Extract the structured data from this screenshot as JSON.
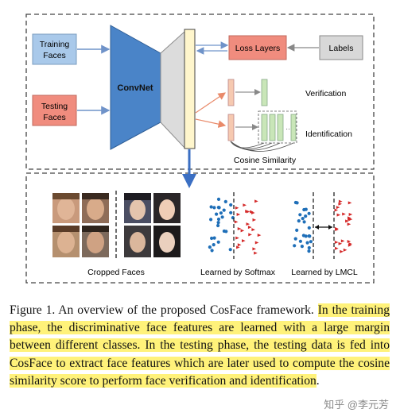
{
  "diagram": {
    "inputs": {
      "training": [
        "Training",
        "Faces"
      ],
      "testing": [
        "Testing",
        "Faces"
      ]
    },
    "network": "ConvNet",
    "loss_layers": "Loss Layers",
    "labels": "Labels",
    "verification": "Verification",
    "identification": "Identification",
    "cosine_similarity": "Cosine Similarity",
    "cropped_faces": "Cropped Faces",
    "softmax": "Learned by Softmax",
    "lmcl": "Learned by LMCL",
    "colors": {
      "training_box": "#a9c9ea",
      "testing_box": "#f08c7e",
      "convnet": "#4a84c8",
      "loss_box": "#f08c7e",
      "labels_box": "#d8d8d8",
      "feature_bar": "#fff6cc",
      "feature_small": "#f6c9b0",
      "feature_green": "#c9e6b8",
      "class_blue": "#1f6fb8",
      "class_red": "#d42828"
    }
  },
  "caption": {
    "prefix": "Figure 1. An overview of the proposed CosFace framework. ",
    "highlighted": "In the training phase, the discriminative face features are learned with a large margin between different classes. In the testing phase, the testing data is fed into CosFace to extract face features which are later used to compute the cosine similarity score to perform face verification and identification",
    "suffix": "."
  },
  "watermark": "知乎 @李元芳"
}
